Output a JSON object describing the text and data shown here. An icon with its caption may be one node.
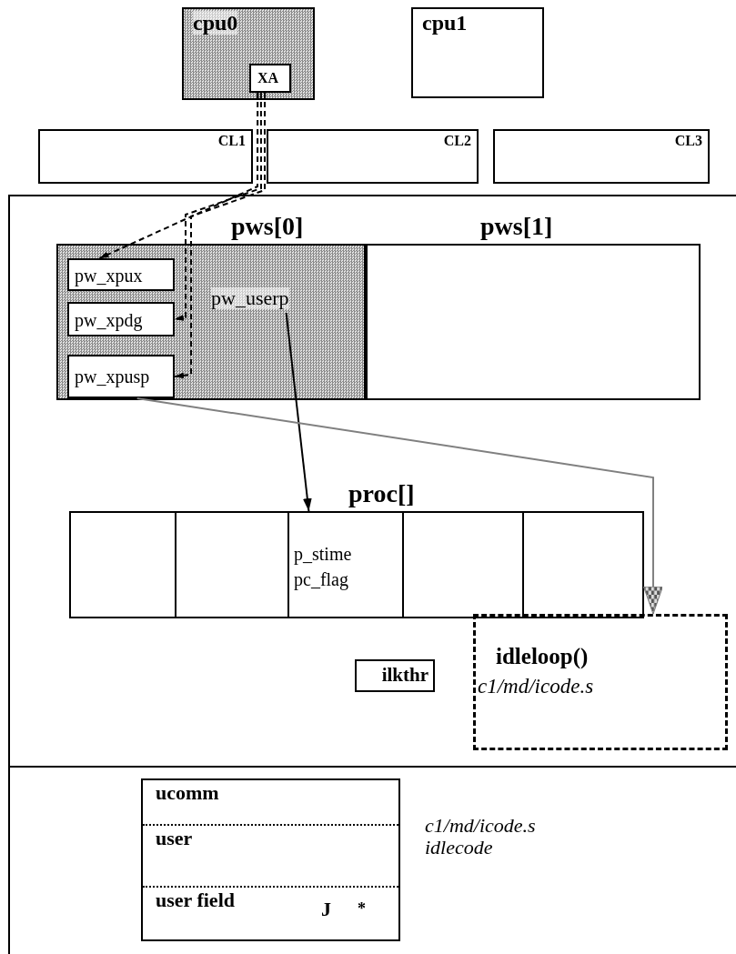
{
  "diagram": {
    "nodes": [
      {
        "text": [
          "cpu0"
        ]
      },
      {
        "text": [
          "XA"
        ],
        "in": 0
      },
      {
        "text": [
          "cpu1"
        ]
      },
      {
        "text": [
          "CL1"
        ]
      },
      {
        "text": [
          "CL2"
        ]
      },
      {
        "text": [
          "CL3"
        ]
      },
      {
        "text": [
          "pws[0]"
        ]
      },
      {
        "text": [
          "pw_xpux"
        ],
        "in": 6
      },
      {
        "text": [
          "pw_xpdg"
        ],
        "in": 6
      },
      {
        "text": [
          "pw_xpusp"
        ],
        "in": 6
      },
      {
        "text": [
          "pw_userp"
        ],
        "in": 6
      },
      {
        "text": [
          "pws[1]"
        ]
      },
      {
        "text": [
          "proc[]"
        ]
      },
      {
        "text": [],
        "shape": "box",
        "in": 12
      },
      {
        "text": [],
        "shape": "box",
        "in": 12
      },
      {
        "text": [
          "p_stime",
          "pc_flag"
        ],
        "in": 12
      },
      {
        "text": [],
        "shape": "box",
        "in": 12
      },
      {
        "text": [],
        "shape": "box",
        "in": 12
      },
      {
        "text": [
          "ilkthr"
        ]
      },
      {
        "text": [
          "idleloop()",
          "c1/md/icode.s"
        ]
      },
      {
        "text": [
          "ucomm",
          "user",
          "user field",
          "J",
          "*"
        ],
        "beside": [
          "c1/md/icode.s idlecode"
        ]
      }
    ],
    "edges": [
      {
        "from": 1,
        "to": 7,
        "arrow": "to",
        "style": "dashed"
      },
      {
        "from": 1,
        "to": 8,
        "arrow": "to",
        "style": "dashed"
      },
      {
        "from": 1,
        "to": 9,
        "arrow": "to",
        "style": "dashed"
      },
      {
        "from": 10,
        "to": 15,
        "arrow": "to"
      },
      {
        "from": 9,
        "to": 19,
        "arrow": "to",
        "color": "#808080"
      }
    ]
  }
}
